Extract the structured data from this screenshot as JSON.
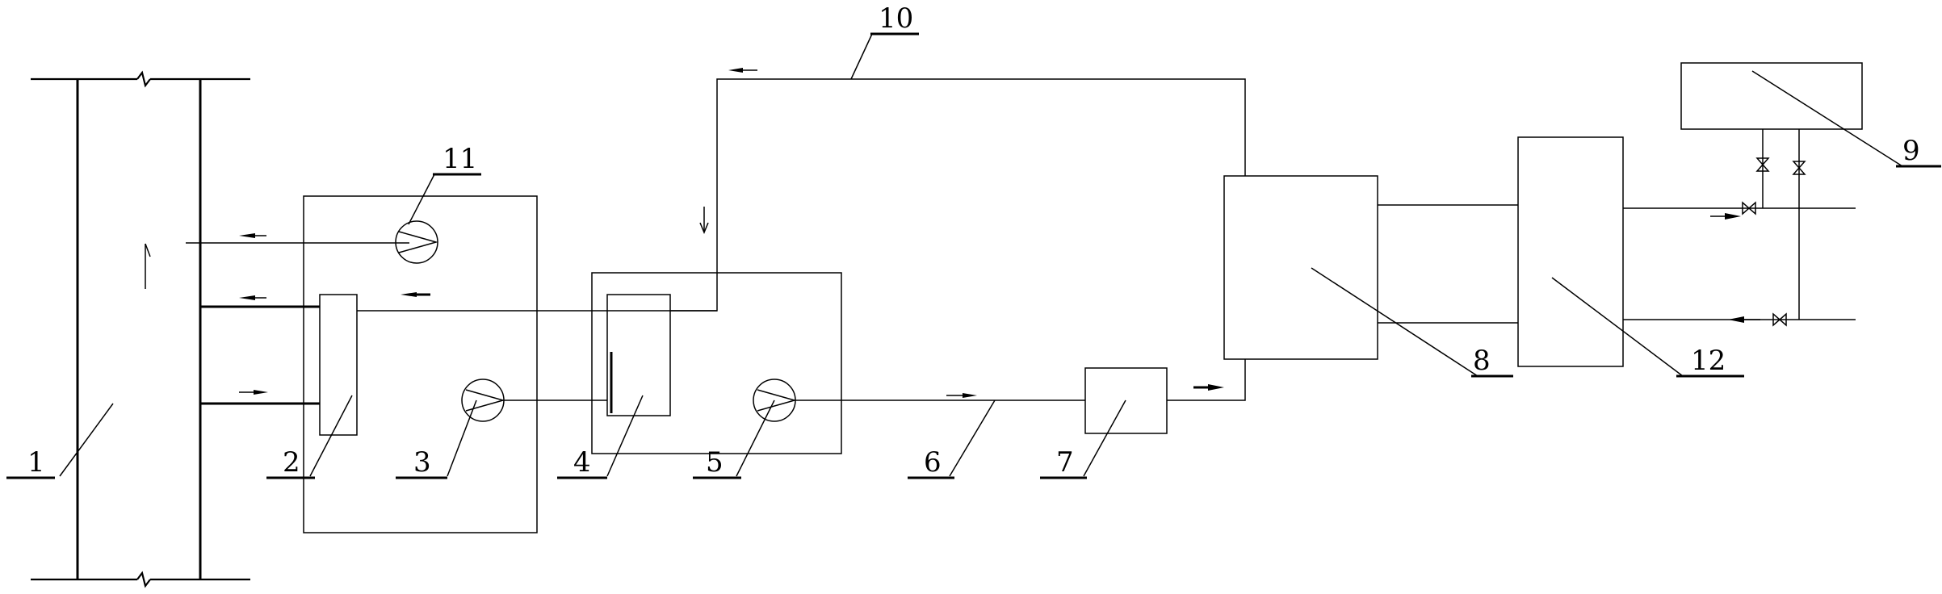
{
  "colors": {
    "line": "#000000",
    "background": "#ffffff"
  },
  "labels": {
    "l1": "1",
    "l2": "2",
    "l3": "3",
    "l4": "4",
    "l5": "5",
    "l6": "6",
    "l7": "7",
    "l8": "8",
    "l9": "9",
    "l10": "10",
    "l11": "11",
    "l12": "12"
  },
  "icons": [
    "pump-icon",
    "valve-icon",
    "flow-arrow-icon",
    "break-symbol-icon"
  ]
}
